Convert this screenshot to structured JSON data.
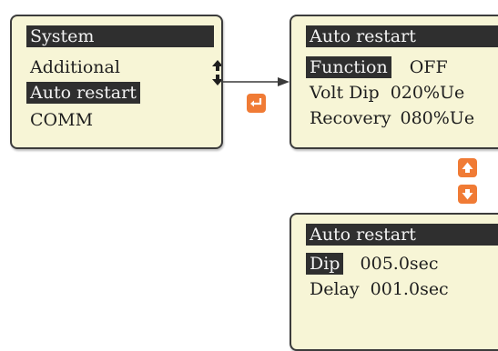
{
  "panel_system": {
    "title": "System",
    "items": [
      "Additional",
      "Auto restart",
      "COMM"
    ],
    "selected": "Auto restart"
  },
  "panel_auto_restart_1": {
    "title": "Auto restart",
    "function_label": "Function",
    "function_value": "OFF",
    "volt_dip_label": "Volt Dip",
    "volt_dip_value": "020%Ue",
    "recovery_label": "Recovery",
    "recovery_value": "080%Ue"
  },
  "panel_auto_restart_2": {
    "title": "Auto restart",
    "dip_label": "Dip",
    "dip_value": "005.0sec",
    "delay_label": "Delay",
    "delay_value": "001.0sec"
  },
  "icons": {
    "scroll": "up-down-arrows-icon",
    "enter": "enter-key-icon",
    "up": "up-key-icon",
    "down": "down-key-icon"
  },
  "colors": {
    "lcd_background": "#f7f5d6",
    "highlight": "#2f2f2f",
    "key_badge": "#f07b35"
  }
}
